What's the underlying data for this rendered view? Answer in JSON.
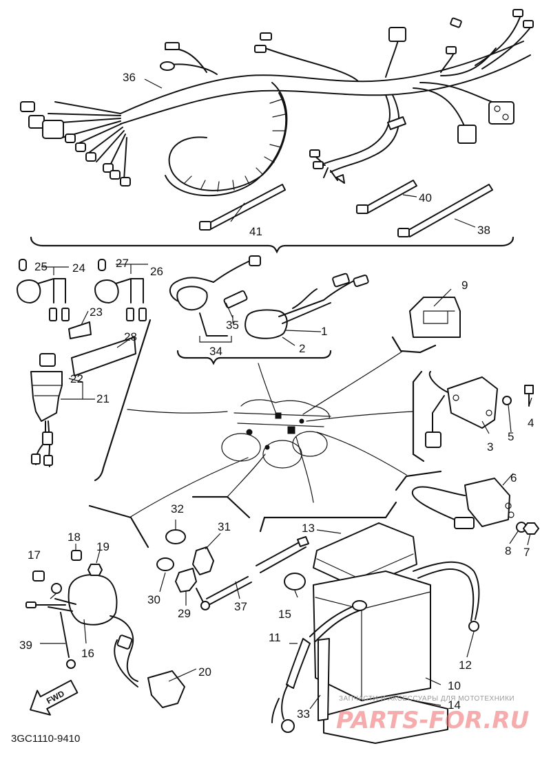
{
  "diagram": {
    "catalog_code": "3GC1110-9410",
    "fwd_label": "FWD",
    "callouts": {
      "c1": "1",
      "c2": "2",
      "c3": "3",
      "c4": "4",
      "c5": "5",
      "c6": "6",
      "c7": "7",
      "c8": "8",
      "c9": "9",
      "c10": "10",
      "c11": "11",
      "c12": "12",
      "c13": "13",
      "c14": "14",
      "c15": "15",
      "c16": "16",
      "c17": "17",
      "c18": "18",
      "c19": "19",
      "c20": "20",
      "c21": "21",
      "c22": "22",
      "c23": "23",
      "c24": "24",
      "c25": "25",
      "c26": "26",
      "c27": "27",
      "c28": "28",
      "c29": "29",
      "c30": "30",
      "c31": "31",
      "c32": "32",
      "c33": "33",
      "c34": "34",
      "c35": "35",
      "c36": "36",
      "c37": "37",
      "c38": "38",
      "c39": "39",
      "c40": "40",
      "c41": "41"
    }
  },
  "watermark": {
    "caption": "ЗАПЧАСТИ И АКСЕССУАРЫ ДЛЯ МОТОТЕХНИКИ",
    "site": "PARTS-FOR.RU"
  }
}
